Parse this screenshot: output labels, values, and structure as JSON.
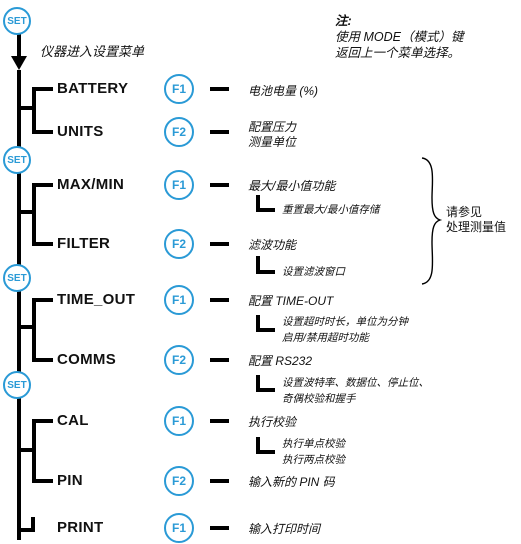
{
  "buttons": {
    "set": "SET",
    "f1": "F1",
    "f2": "F2"
  },
  "intro": "仪器进入设置菜单",
  "note": {
    "title": "注:",
    "line1": "使用 MODE（模式）键",
    "line2": "返回上一个菜单选择。"
  },
  "menus": [
    {
      "label": "BATTERY",
      "key": "F1",
      "desc": "电池电量 (%)"
    },
    {
      "label": "UNITS",
      "key": "F2",
      "desc_line1": "配置压力",
      "desc_line2": "测量单位"
    },
    {
      "label": "MAX/MIN",
      "key": "F1",
      "desc": "最大/最小值功能",
      "sub": [
        "重置最大/最小值存储"
      ]
    },
    {
      "label": "FILTER",
      "key": "F2",
      "desc": "滤波功能",
      "sub": [
        "设置滤波窗口"
      ]
    },
    {
      "label": "TIME_OUT",
      "key": "F1",
      "desc": "配置 TIME-OUT",
      "sub": [
        "设置超时时长，单位为分钟",
        "启用/禁用超时功能"
      ]
    },
    {
      "label": "COMMS",
      "key": "F2",
      "desc": "配置 RS232",
      "sub": [
        "设置波特率、数据位、停止位、",
        "奇偶校验和握手"
      ]
    },
    {
      "label": "CAL",
      "key": "F1",
      "desc": "执行校验",
      "sub": [
        "执行单点校验",
        "执行两点校验"
      ]
    },
    {
      "label": "PIN",
      "key": "F2",
      "desc": "输入新的 PIN 码"
    },
    {
      "label": "PRINT",
      "key": "F1",
      "desc": "输入打印时间"
    }
  ],
  "bracket_note": [
    "请参见",
    "处理测量值"
  ]
}
